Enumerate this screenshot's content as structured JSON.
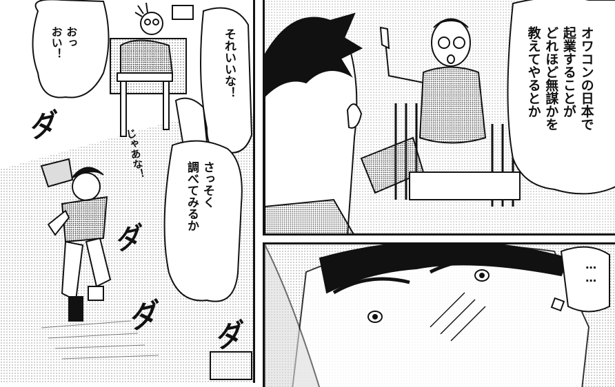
{
  "panels": {
    "left": {
      "speech_reaction": "おっ\nおい！",
      "speech_bright_idea": "それいいな！",
      "speech_research": "さっそく\n調べてみるか",
      "shout_see_ya": "じゃあな！",
      "sfx_run": [
        "ダ",
        "ダ",
        "ダ",
        "ダ"
      ]
    },
    "top_right": {
      "exclamation": "！",
      "speech_explain": "オワコンの日本で\n起業することが\nどれほど無謀かを\n教えてやるとか"
    },
    "bottom_right": {
      "ellipsis": "……"
    }
  },
  "colors": {
    "ink": "#111111",
    "paper": "#ffffff",
    "screentone": "#cfcfcf"
  }
}
